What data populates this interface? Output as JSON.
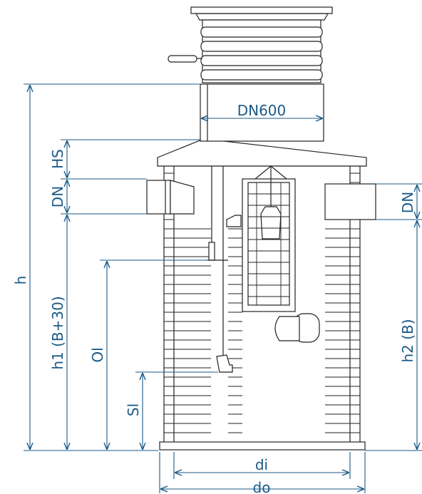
{
  "diagram": {
    "colors": {
      "dimension_line": "#1b5a87",
      "outline": "#222222",
      "page": "#ffffff"
    },
    "labels": {
      "dn600": "DN600",
      "hs": "HS",
      "dn_inlet": "DN",
      "dn_outlet": "DN",
      "h": "h",
      "h1": "h1 (B+30)",
      "ol": "Ol",
      "sl": "Sl",
      "h2": "h2 (B)",
      "di": "di",
      "do": "do"
    }
  }
}
